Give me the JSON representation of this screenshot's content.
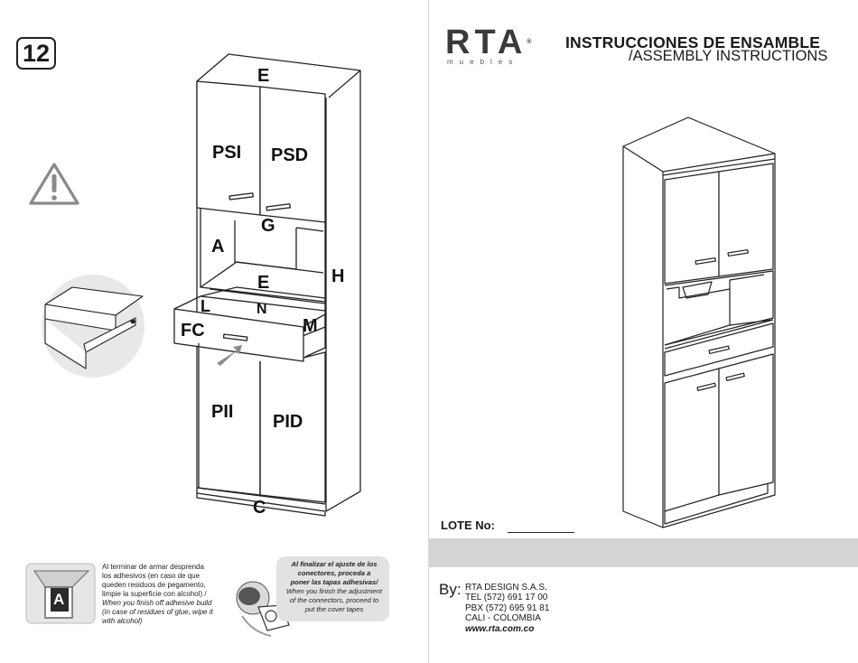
{
  "step_number": "12",
  "diagram_labels": {
    "top": "E",
    "psi": "PSI",
    "psd": "PSD",
    "g": "G",
    "a": "A",
    "h": "H",
    "shelf": "E",
    "l": "L",
    "n": "N",
    "m": "M",
    "fc": "FC",
    "pii": "PII",
    "pid": "PID",
    "c": "C"
  },
  "icons": {
    "warning": "warning-triangle-icon",
    "drawer_detail": "drawer-slide-detail-icon",
    "adhesive": "adhesive-sticker-icon",
    "connector_cap": "connector-cap-icon"
  },
  "adhesive_note": {
    "lines": [
      "Al terminar de armar desprenda",
      "los adhesivos (en caso de que",
      "queden residuos de pegamento,",
      "limpie la superficie con alcohol) /"
    ],
    "lines_en": [
      "When you finish off adhesive build",
      "(in case of residues of glue, wipe it",
      "with alcohol)"
    ],
    "sticker_letter": "A"
  },
  "connector_note": {
    "lines": [
      "Al finalizar el ajuste de los",
      "conectores, proceda a",
      "poner las tapas adhesivas/"
    ],
    "lines_en": [
      "When you finish the adjustment",
      "of the connectors, proceed to",
      "put the cover tapes"
    ]
  },
  "brand": {
    "name": "RTA",
    "sub": "muebles",
    "registered": "®"
  },
  "title": {
    "es": "INSTRUCCIONES DE ENSAMBLE",
    "en": "/ASSEMBLY INSTRUCTIONS"
  },
  "lote": {
    "label": "LOTE No:"
  },
  "contact": {
    "by": "By:",
    "company": "RTA DESIGN S.A.S.",
    "tel": "TEL (572) 691 17 00",
    "pbx": "PBX (572) 695 91 81",
    "city": "CALI - COLOMBIA",
    "web": "www.rta.com.co"
  },
  "colors": {
    "line": "#222222",
    "light_gray": "#d4d4d4",
    "bubble_gray": "#e2e2e2",
    "brand_gray": "#3a3a3a"
  }
}
